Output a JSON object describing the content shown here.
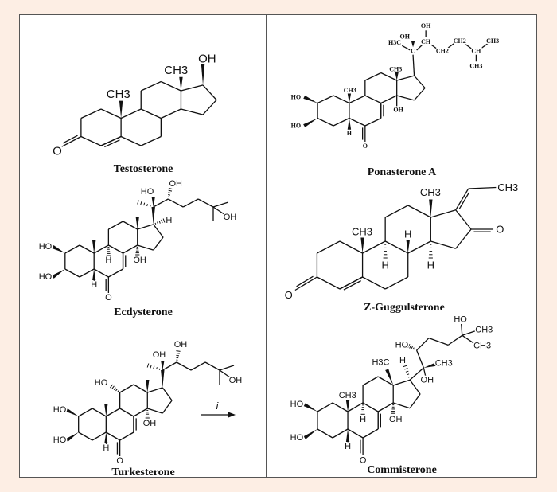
{
  "molecules": [
    {
      "name": "Testosterone",
      "labels": [
        "OH",
        "CH3",
        "CH3",
        "O"
      ]
    },
    {
      "name": "Ponasterone A",
      "labels": [
        "OH",
        "OH",
        "H3C",
        "C",
        "CH",
        "CH2",
        "CH2",
        "CH",
        "CH3",
        "CH3",
        "CH3",
        "CH3",
        "HO",
        "HO",
        "H",
        "O",
        "OH"
      ]
    },
    {
      "name": "Ecdysterone",
      "labels": [
        "HO",
        "OH",
        "H",
        "OH",
        "HO",
        "HO",
        "H",
        "H",
        "OH",
        "O"
      ]
    },
    {
      "name": "Z-Guggulsterone",
      "labels": [
        "CH3",
        "CH3",
        "CH3",
        "O",
        "H",
        "H",
        "H",
        "O"
      ]
    },
    {
      "name": "Turkesterone",
      "labels": [
        "OH",
        "OH",
        "OH",
        "HO",
        "HO",
        "HO",
        "H",
        "OH",
        "O"
      ]
    },
    {
      "name": "Commisterone",
      "labels": [
        "HO",
        "CH3",
        "CH3",
        "HO",
        "H",
        "H3C",
        "CH3",
        "OH",
        "CH3",
        "HO",
        "HO",
        "H",
        "OH",
        "H",
        "O"
      ]
    }
  ],
  "reaction": {
    "reagent_label": "i"
  }
}
